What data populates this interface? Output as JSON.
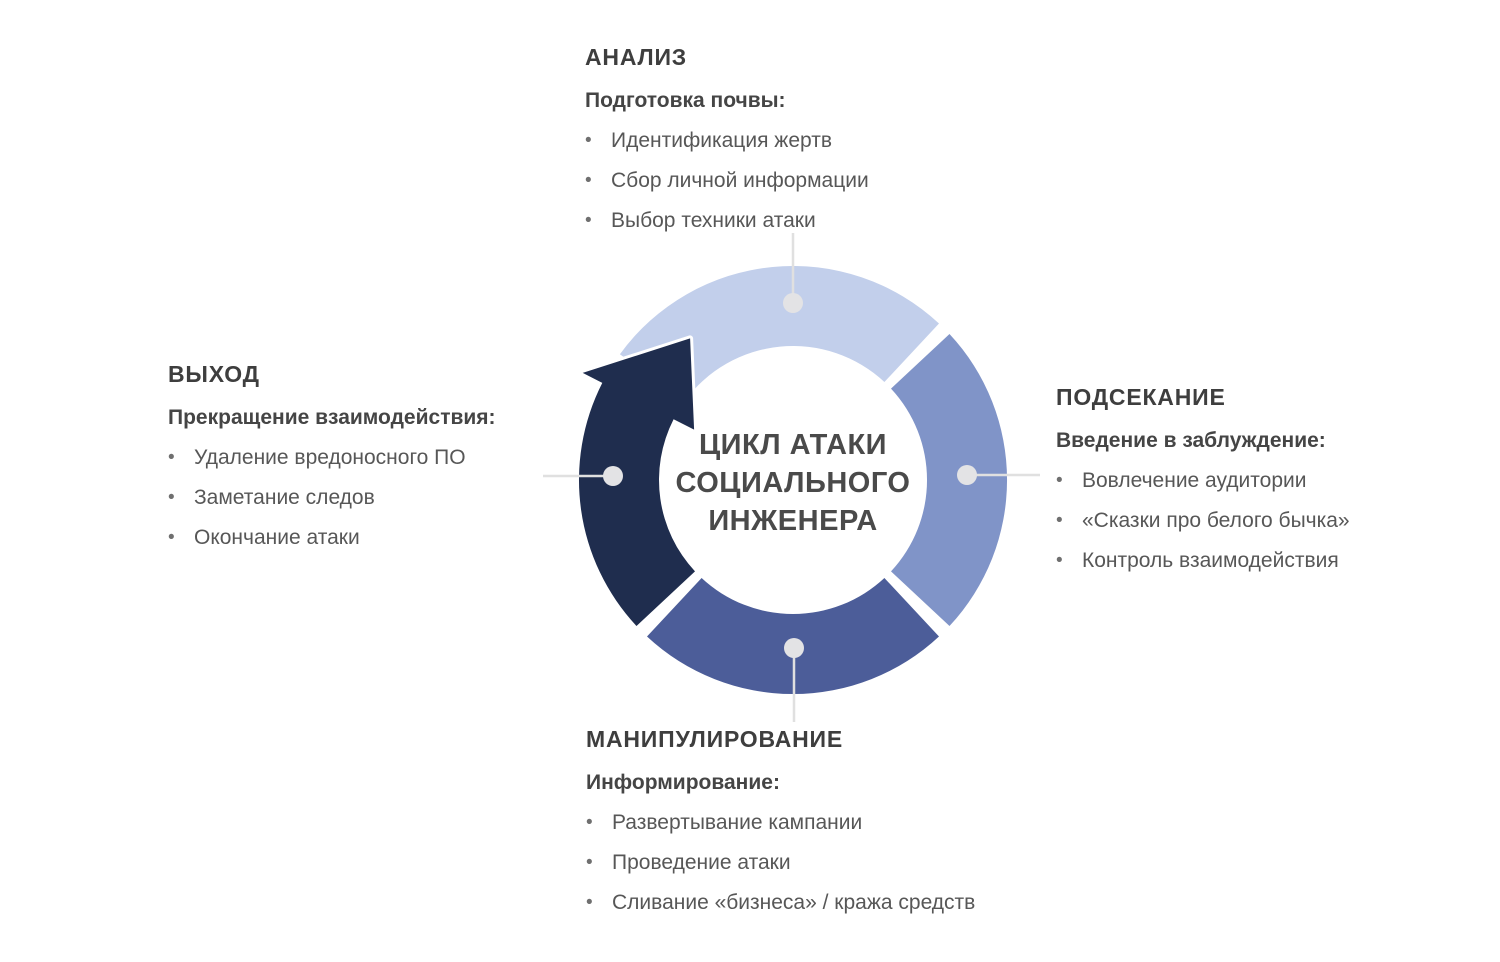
{
  "diagram": {
    "center_title_lines": [
      "ЦИКЛ АТАКИ",
      "СОЦИАЛЬНОГО",
      "ИНЖЕНЕРА"
    ],
    "bullet_glyph": "•"
  },
  "sections": {
    "analysis": {
      "heading": "АНАЛИЗ",
      "subheading": "Подготовка почвы:",
      "items": [
        "Идентификация жертв",
        "Сбор личной информации",
        "Выбор техники атаки"
      ]
    },
    "hooking": {
      "heading": "ПОДСЕКАНИЕ",
      "subheading": "Введение в заблуждение:",
      "items": [
        "Вовлечение аудитории",
        "«Сказки про белого бычка»",
        "Контроль взаимодействия"
      ]
    },
    "manipulation": {
      "heading": "МАНИПУЛИРОВАНИЕ",
      "subheading": "Информирование:",
      "items": [
        "Развертывание кампании",
        "Проведение атаки",
        "Сливание «бизнеса» / кража средств"
      ]
    },
    "exit": {
      "heading": "ВЫХОД",
      "subheading": "Прекращение взаимодействия:",
      "items": [
        "Удаление вредоносного ПО",
        "Заметание следов",
        "Окончание атаки"
      ]
    }
  },
  "colors": {
    "arc_analysis": "#c2cfeb",
    "arc_hooking": "#8094c8",
    "arc_manipulation": "#4c5d99",
    "arc_exit": "#1f2d4e",
    "connector_line": "#e0e0e0",
    "connector_dot": "#e3e3e5"
  }
}
